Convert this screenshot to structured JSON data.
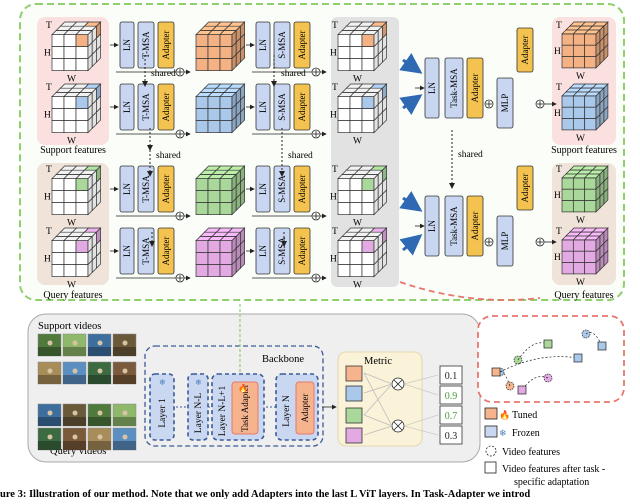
{
  "cube_axis": {
    "t": "T",
    "h": "H",
    "w": "W"
  },
  "ops": {
    "ln": "LN",
    "t_msa": "T-MSA",
    "s_msa": "S-MSA",
    "adapter": "Adapter",
    "task_msa": "Task-MSA",
    "mlp": "MLP"
  },
  "labels": {
    "shared": "shared",
    "support_features": "Support features",
    "query_features": "Query features",
    "support_videos": "Support videos",
    "query_videos": "Query videos",
    "backbone": "Backbone",
    "metric": "Metric"
  },
  "layers": {
    "layer1": "Layer 1",
    "layer_n_l": "Layer N-L",
    "layer_n_l1": "Layer N-L+1",
    "task_adapter": "Task Adapter",
    "layer_n": "Layer N",
    "adapter": "Adapter"
  },
  "scores": [
    "0.1",
    "0.9",
    "0.7",
    "0.3"
  ],
  "legend": {
    "tuned": "Tuned",
    "frozen": "Frozen",
    "video_features": "Video features",
    "after_task_line1": "Video features after task -",
    "after_task_line2": "specific adaptation"
  },
  "caption_fragment": "ure 3: Illustration of our method. Note that we only add Adapters into the last L ViT layers. In Task-Adapter we introd",
  "colors": {
    "green_border": "#8fcf6c",
    "red_dashed": "#e8766e",
    "adapter_yellow": "#f4c34f",
    "ln_blue": "#c8d6f2",
    "cube_support_1": "#f4b183",
    "cube_support_2": "#a9c8ea",
    "cube_query_1": "#a9d89a",
    "cube_query_2": "#e2a9e2",
    "tuned_orange": "#f6b48e",
    "frozen_blue": "#c9d8f0"
  }
}
